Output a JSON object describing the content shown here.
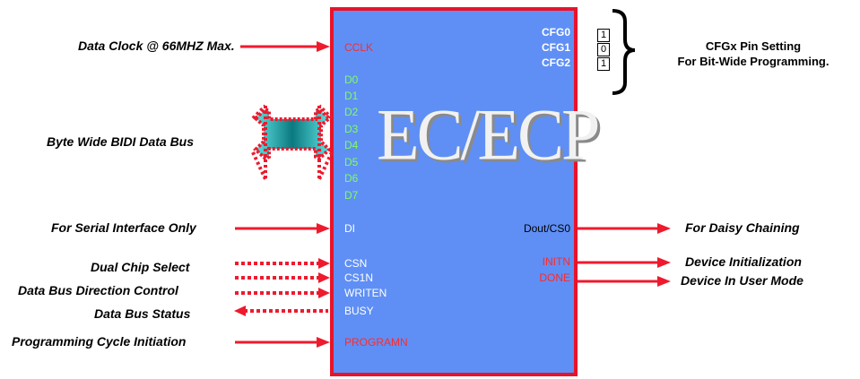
{
  "diagram": {
    "chip_title": "EC/ECP",
    "left_labels": {
      "data_clock": "Data Clock @ 66MHZ Max.",
      "byte_bus": "Byte Wide BIDI Data Bus",
      "serial": "For Serial Interface Only",
      "dual_chip": "Dual Chip Select",
      "direction": "Data Bus Direction Control",
      "status": "Data Bus Status",
      "program": "Programming Cycle  Initiation"
    },
    "right_labels": {
      "daisy": "For Daisy Chaining",
      "init": "Device Initialization",
      "user_mode": "Device In User Mode"
    },
    "cfg_note_line1": "CFGx Pin Setting",
    "cfg_note_line2": "For Bit-Wide Programming.",
    "pins_left": {
      "cclk": "CCLK",
      "d0": "D0",
      "d1": "D1",
      "d2": "D2",
      "d3": "D3",
      "d4": "D4",
      "d5": "D5",
      "d6": "D6",
      "d7": "D7",
      "di": "DI",
      "csn": "CSN",
      "cs1n": "CS1N",
      "writen": "WRITEN",
      "busy": "BUSY",
      "programn": "PROGRAMN"
    },
    "pins_right": {
      "cfg0": "CFG0",
      "cfg1": "CFG1",
      "cfg2": "CFG2",
      "dout": "Dout/CS0",
      "initn": "INITN",
      "done": "DONE"
    },
    "cfg_values": [
      "1",
      "0",
      "1"
    ],
    "colors": {
      "chip_fill": "#5f8ff5",
      "chip_border": "#e8132a",
      "arrow": "#ee1a2e",
      "pin_red": "#ff2a2a",
      "pin_green": "#7dff5a",
      "bus_fill": "#1fb8b8"
    }
  }
}
